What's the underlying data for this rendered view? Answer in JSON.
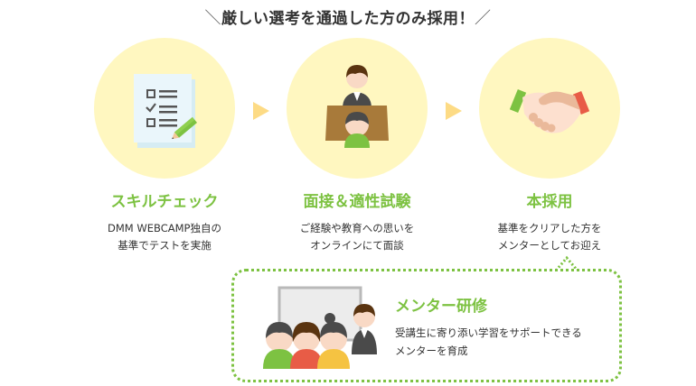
{
  "headline": {
    "left_slash": "＼",
    "text": "厳しい選考を通過した方のみ採用！",
    "right_slash": "／"
  },
  "steps": [
    {
      "icon": "checklist-icon",
      "title": "スキルチェック",
      "desc_lines": [
        "DMM WEBCAMP独自の",
        "基準でテストを実施"
      ]
    },
    {
      "icon": "interview-icon",
      "title": "面接＆適性試験",
      "desc_lines": [
        "ご経験や教育への思いを",
        "オンラインにて面談"
      ]
    },
    {
      "icon": "handshake-icon",
      "title": "本採用",
      "desc_lines": [
        "基準をクリアした方を",
        "メンターとしてお迎え"
      ]
    }
  ],
  "mentor": {
    "icon": "classroom-icon",
    "title": "メンター研修",
    "desc_lines": [
      "受講生に寄り添い学習をサポートできる",
      "メンターを育成"
    ]
  },
  "colors": {
    "accent_green": "#7dc242",
    "circle_bg": "#fff7c0",
    "arrow": "#fddb85",
    "text": "#333333"
  }
}
